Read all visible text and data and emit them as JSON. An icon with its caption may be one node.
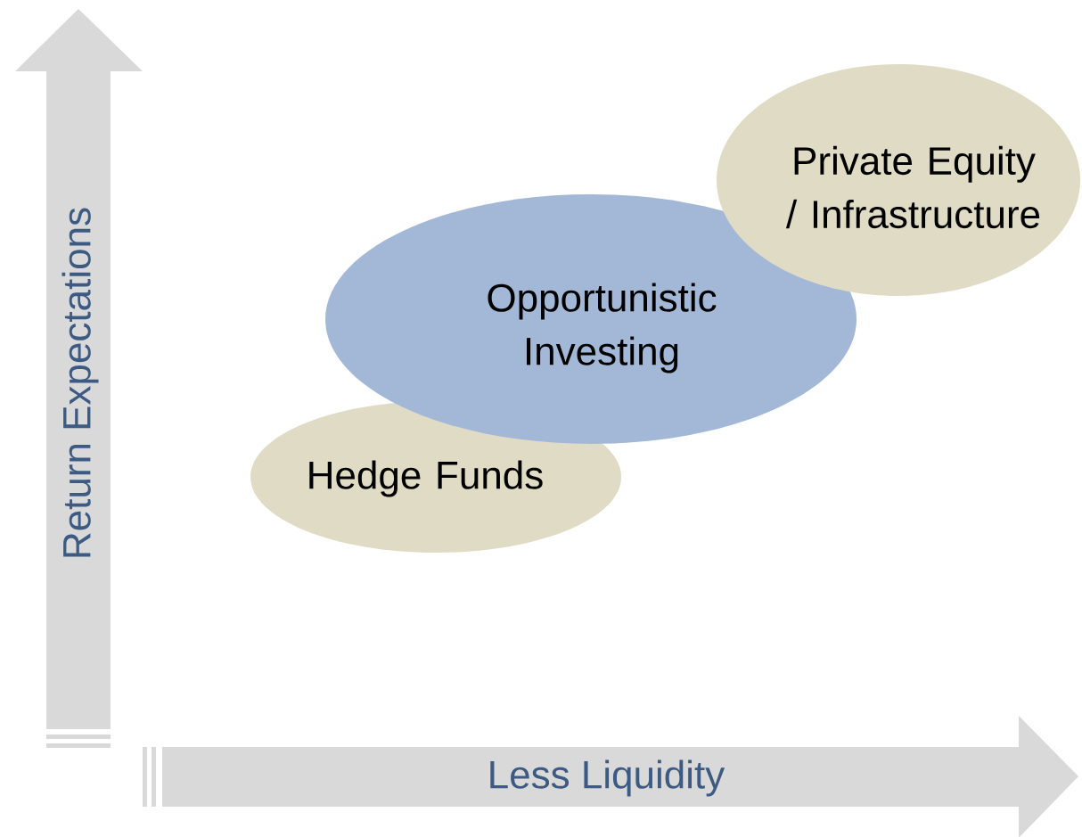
{
  "diagram": {
    "nodes": [
      {
        "text": [
          "Private Equity / Infrastructure"
        ]
      },
      {
        "text": [
          "Opportunistic Investing"
        ]
      },
      {
        "text": [
          "Hedge Funds"
        ]
      }
    ],
    "labels": [
      "Return Expectations",
      "Less Liquidity"
    ]
  }
}
